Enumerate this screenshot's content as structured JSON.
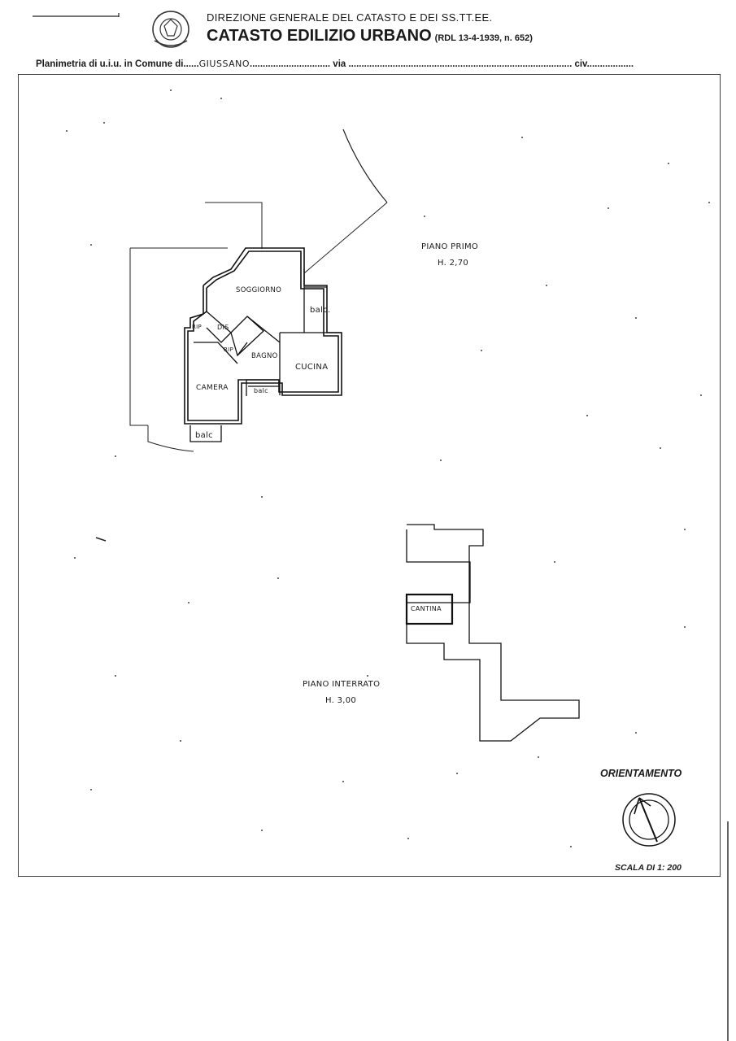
{
  "header": {
    "agency": "DIREZIONE GENERALE DEL CATASTO E DEI SS.TT.EE.",
    "title": "CATASTO EDILIZIO URBANO",
    "reference": "(RDL 13-4-1939, n. 652)"
  },
  "form_line": {
    "label_planimetria": "Planimetria di u.i.u. in Comune di",
    "comune_value": "GIUSSANO",
    "label_via": "via",
    "label_civ": "civ."
  },
  "floors": {
    "first_floor": {
      "name": "PIANO PRIMO",
      "height": "H. 2,70"
    },
    "basement": {
      "name": "PIANO INTERRATO",
      "height": "H. 3,00"
    }
  },
  "rooms": {
    "soggiorno": "SOGGIORNO",
    "balcone_1": "balc.",
    "cucina": "CUCINA",
    "bagno": "BAGNO",
    "dis": "DIS",
    "rip_1": "RIP",
    "rip_2": "RIP",
    "camera": "CAMERA",
    "balcone_2": "balc",
    "balcone_3": "balc",
    "cantina": "CANTINA"
  },
  "orientation": {
    "label": "ORIENTAMENTO",
    "scale": "SCALA DI 1: 200"
  },
  "icons": [
    "emblem-icon",
    "compass-icon"
  ]
}
